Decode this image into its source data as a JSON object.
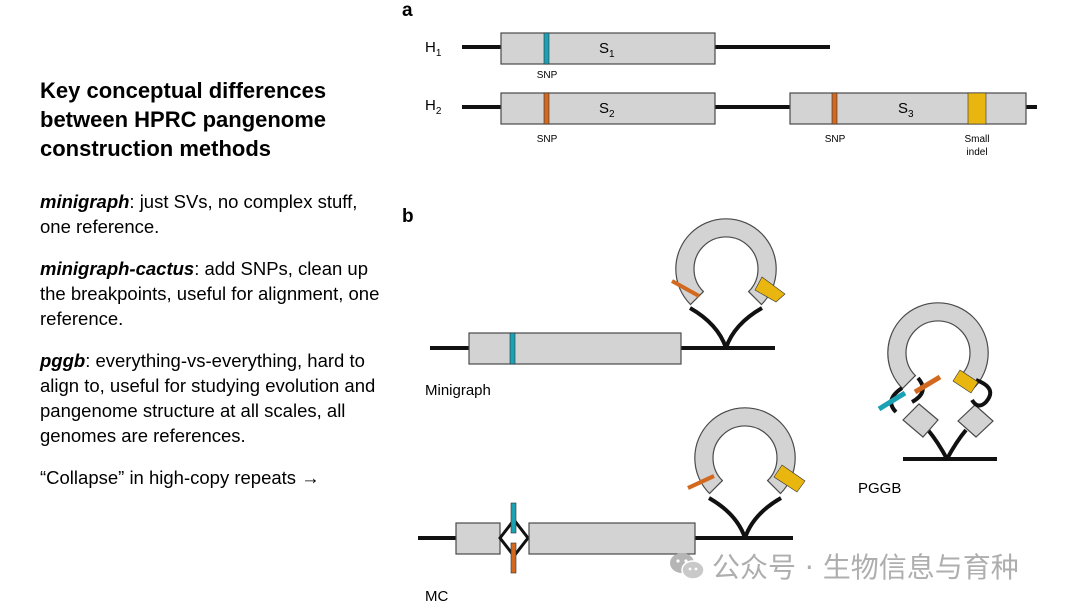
{
  "text_panel": {
    "title": "Key conceptual differences between HPRC pangenome construction methods",
    "minigraph_name": "minigraph",
    "minigraph_desc": ": just SVs, no complex stuff, one reference.",
    "mc_name": "minigraph-cactus",
    "mc_desc": ": add SNPs, clean up the breakpoints, useful for alignment, one reference.",
    "pggb_name": "pggb",
    "pggb_desc": ": everything-vs-everything, hard to align to, useful for studying evolution and pangenome structure at all scales, all genomes are references.",
    "collapse_note": "“Collapse” in high-copy repeats →"
  },
  "panel_a": {
    "label": "a",
    "h1": "H",
    "h1_sub": "1",
    "h2": "H",
    "h2_sub": "2",
    "s1": "S",
    "s1_sub": "1",
    "s2": "S",
    "s2_sub": "2",
    "s3": "S",
    "s3_sub": "3",
    "snp_label": "SNP",
    "indel_line1": "Small",
    "indel_line2": "indel"
  },
  "panel_b": {
    "label": "b",
    "minigraph": "Minigraph",
    "pggb": "PGGB",
    "mc": "MC"
  },
  "watermark": {
    "text": "公众号 · 生物信息与育种",
    "icon": "wechat-icon"
  },
  "colors": {
    "segment_fill": "#d3d3d3",
    "snp_teal": "#1aa2b4",
    "snp_orange": "#d2691e",
    "indel_yellow": "#e8b60f"
  }
}
